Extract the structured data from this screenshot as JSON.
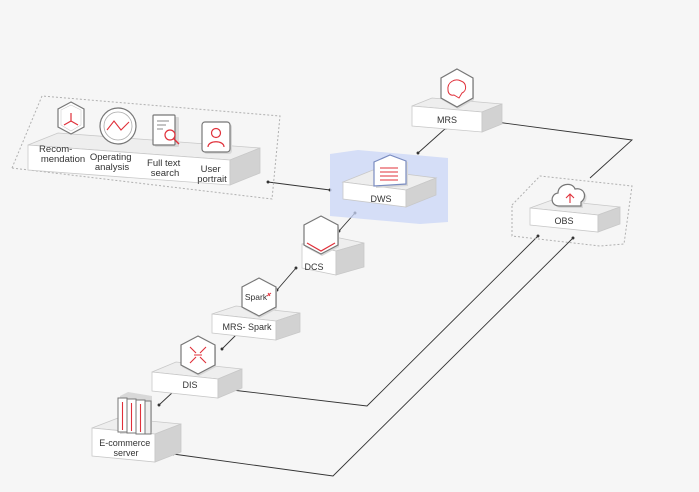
{
  "nodes": {
    "mrs": {
      "label": "MRS"
    },
    "dws": {
      "label": "DWS"
    },
    "obs": {
      "label": "OBS"
    },
    "dcs": {
      "label": "DCS"
    },
    "mrs_spark": {
      "label": "MRS- Spark",
      "icon_text": "Spark"
    },
    "dis": {
      "label": "DIS"
    },
    "ecommerce": {
      "label_line1": "E-commerce",
      "label_line2": "server"
    }
  },
  "applications": [
    {
      "line1": "Recom-",
      "line2": "mendation",
      "icon": "cube-icon"
    },
    {
      "line1": "Operating",
      "line2": "analysis",
      "icon": "chart-circle-icon"
    },
    {
      "line1": "Full text",
      "line2": "search",
      "icon": "document-search-icon"
    },
    {
      "line1": "User",
      "line2": "portrait",
      "icon": "user-portrait-icon"
    }
  ],
  "colors": {
    "accent": "#e0303a",
    "highlight": "#c9d6f7",
    "line": "#333333",
    "platform_top": "#f2f2f2",
    "platform_front": "#ffffff",
    "platform_side": "#d4d4d4"
  }
}
